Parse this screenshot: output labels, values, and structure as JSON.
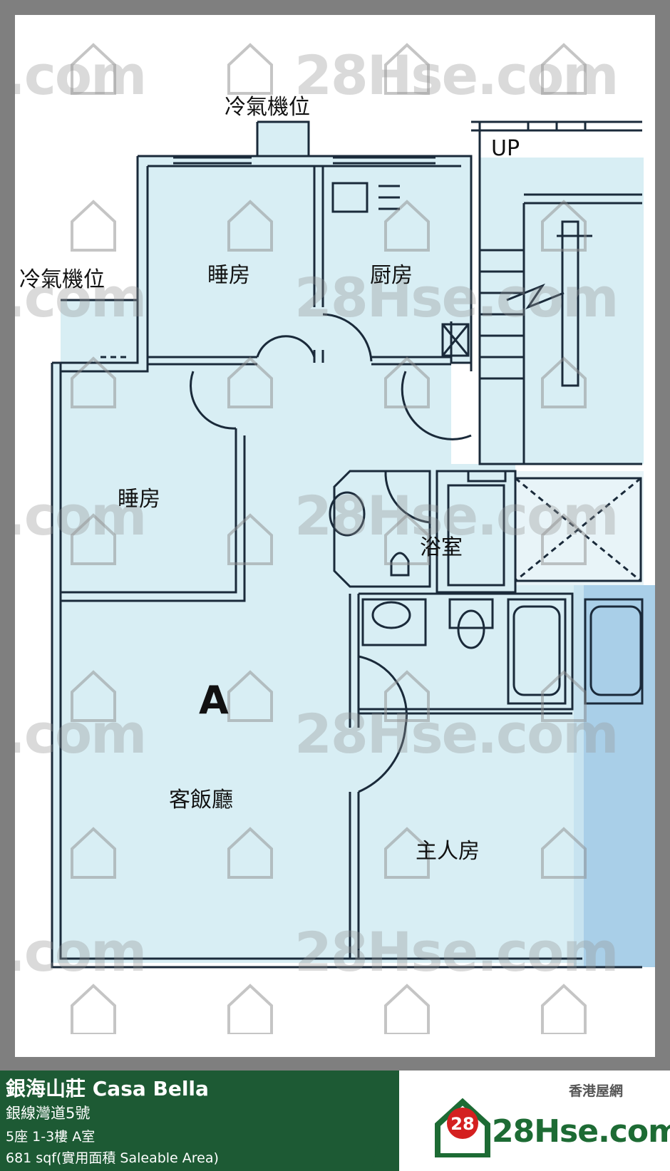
{
  "labels": {
    "ac_top": "冷氣機位",
    "ac_left": "冷氣機位",
    "bedroom_top": "睡房",
    "kitchen": "厨房",
    "bedroom_left": "睡房",
    "bathroom": "浴室",
    "unit_letter": "A",
    "living_dining": "客飯廳",
    "master_bedroom": "主人房",
    "stair_up": "UP"
  },
  "watermark": {
    "site": "28Hse.com",
    "fragment": ".com",
    "badge": "28"
  },
  "footer": {
    "title": "銀海山莊 Casa Bella",
    "street": "銀線灣道5號",
    "unit": "5座 1-3樓 A室",
    "area": "681 sqf(實用面積 Saleable Area)",
    "brand_subtitle": "香港屋網",
    "brand_badge": "28",
    "brand_name": "28Hse.com"
  },
  "colors": {
    "frame": "#7f7f7f",
    "room_fill": "#d8eef4",
    "wall": "#1a2a3a",
    "footer_green": "#1d5a34",
    "brand_green": "#1d6b34",
    "brand_red": "#d42020"
  }
}
